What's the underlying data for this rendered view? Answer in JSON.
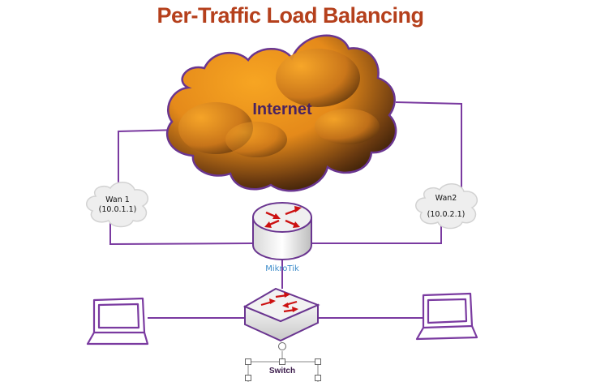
{
  "title": "Per-Traffic Load Balancing",
  "nodes": {
    "internet": {
      "label": "Internet"
    },
    "wan1": {
      "label": "Wan 1",
      "ip": "(10.0.1.1)"
    },
    "wan2": {
      "label": "Wan2",
      "ip": "(10.0.2.1)"
    },
    "router": {
      "label": "MikroTik"
    },
    "switch": {
      "label": "Switch"
    }
  },
  "colors": {
    "title": "#b5401c",
    "link": "#7a3aa0",
    "cloud_orange": "#f5a020",
    "cloud_outline": "#6a3590",
    "arrow_red": "#cc1111",
    "router_label": "#3b8bc9"
  }
}
